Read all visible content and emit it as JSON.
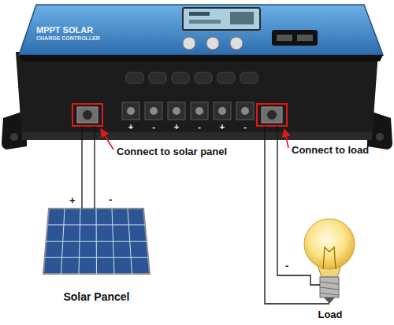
{
  "diagram": {
    "nodes": [
      {
        "text": [
          "MPPT SOLAR",
          "CHARGE CONTROLLER"
        ]
      },
      {
        "text": [
          "Solar Pancel"
        ]
      },
      {
        "text": [
          "Load"
        ]
      }
    ],
    "edges": [
      {
        "from": 1,
        "to": 0,
        "arrow": "none"
      },
      {
        "from": 1,
        "to": 0,
        "arrow": "none"
      },
      {
        "from": 0,
        "to": 2,
        "arrow": "none"
      },
      {
        "from": 0,
        "to": 2,
        "arrow": "none"
      }
    ],
    "labels": [
      "+",
      "-",
      "+",
      "-",
      "+",
      "-",
      "Connect to solar panel",
      "Connect to load",
      "+",
      "-",
      "-"
    ]
  }
}
